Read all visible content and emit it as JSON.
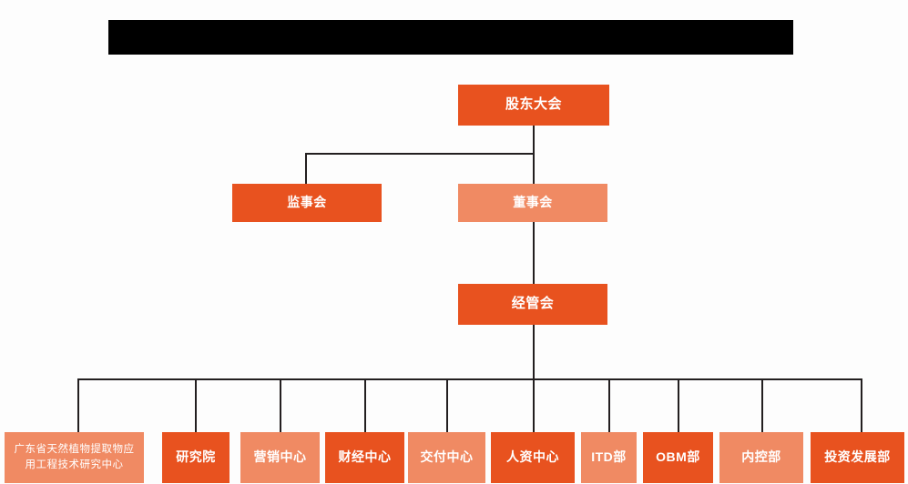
{
  "diagram": {
    "title_bar": {
      "name": "redacted-title-banner",
      "text": ""
    },
    "colors": {
      "primary": "#E8521F",
      "secondary": "#F08A63",
      "line": "#231F20",
      "background": "#FDFDFD",
      "redaction": "#000000",
      "text": "#FFFFFF"
    },
    "nodes": {
      "shareholders_meeting": {
        "label": "股东大会",
        "tone": "primary"
      },
      "board_of_supervisors": {
        "label": "监事会",
        "tone": "primary"
      },
      "board_of_directors": {
        "label": "董事会",
        "tone": "secondary"
      },
      "management_committee": {
        "label": "经管会",
        "tone": "primary"
      }
    },
    "departments": [
      {
        "label": "广东省天然植物提取物应\n用工程技术研究中心",
        "line1": "广东省天然植物提取物应",
        "line2": "用工程技术研究中心",
        "tone": "secondary"
      },
      {
        "label": "研究院",
        "tone": "primary"
      },
      {
        "label": "营销中心",
        "tone": "secondary"
      },
      {
        "label": "财经中心",
        "tone": "primary"
      },
      {
        "label": "交付中心",
        "tone": "secondary"
      },
      {
        "label": "人资中心",
        "tone": "primary"
      },
      {
        "label": "ITD部",
        "tone": "secondary"
      },
      {
        "label": "OBM部",
        "tone": "primary"
      },
      {
        "label": "内控部",
        "tone": "secondary"
      },
      {
        "label": "投资发展部",
        "tone": "primary"
      }
    ]
  }
}
